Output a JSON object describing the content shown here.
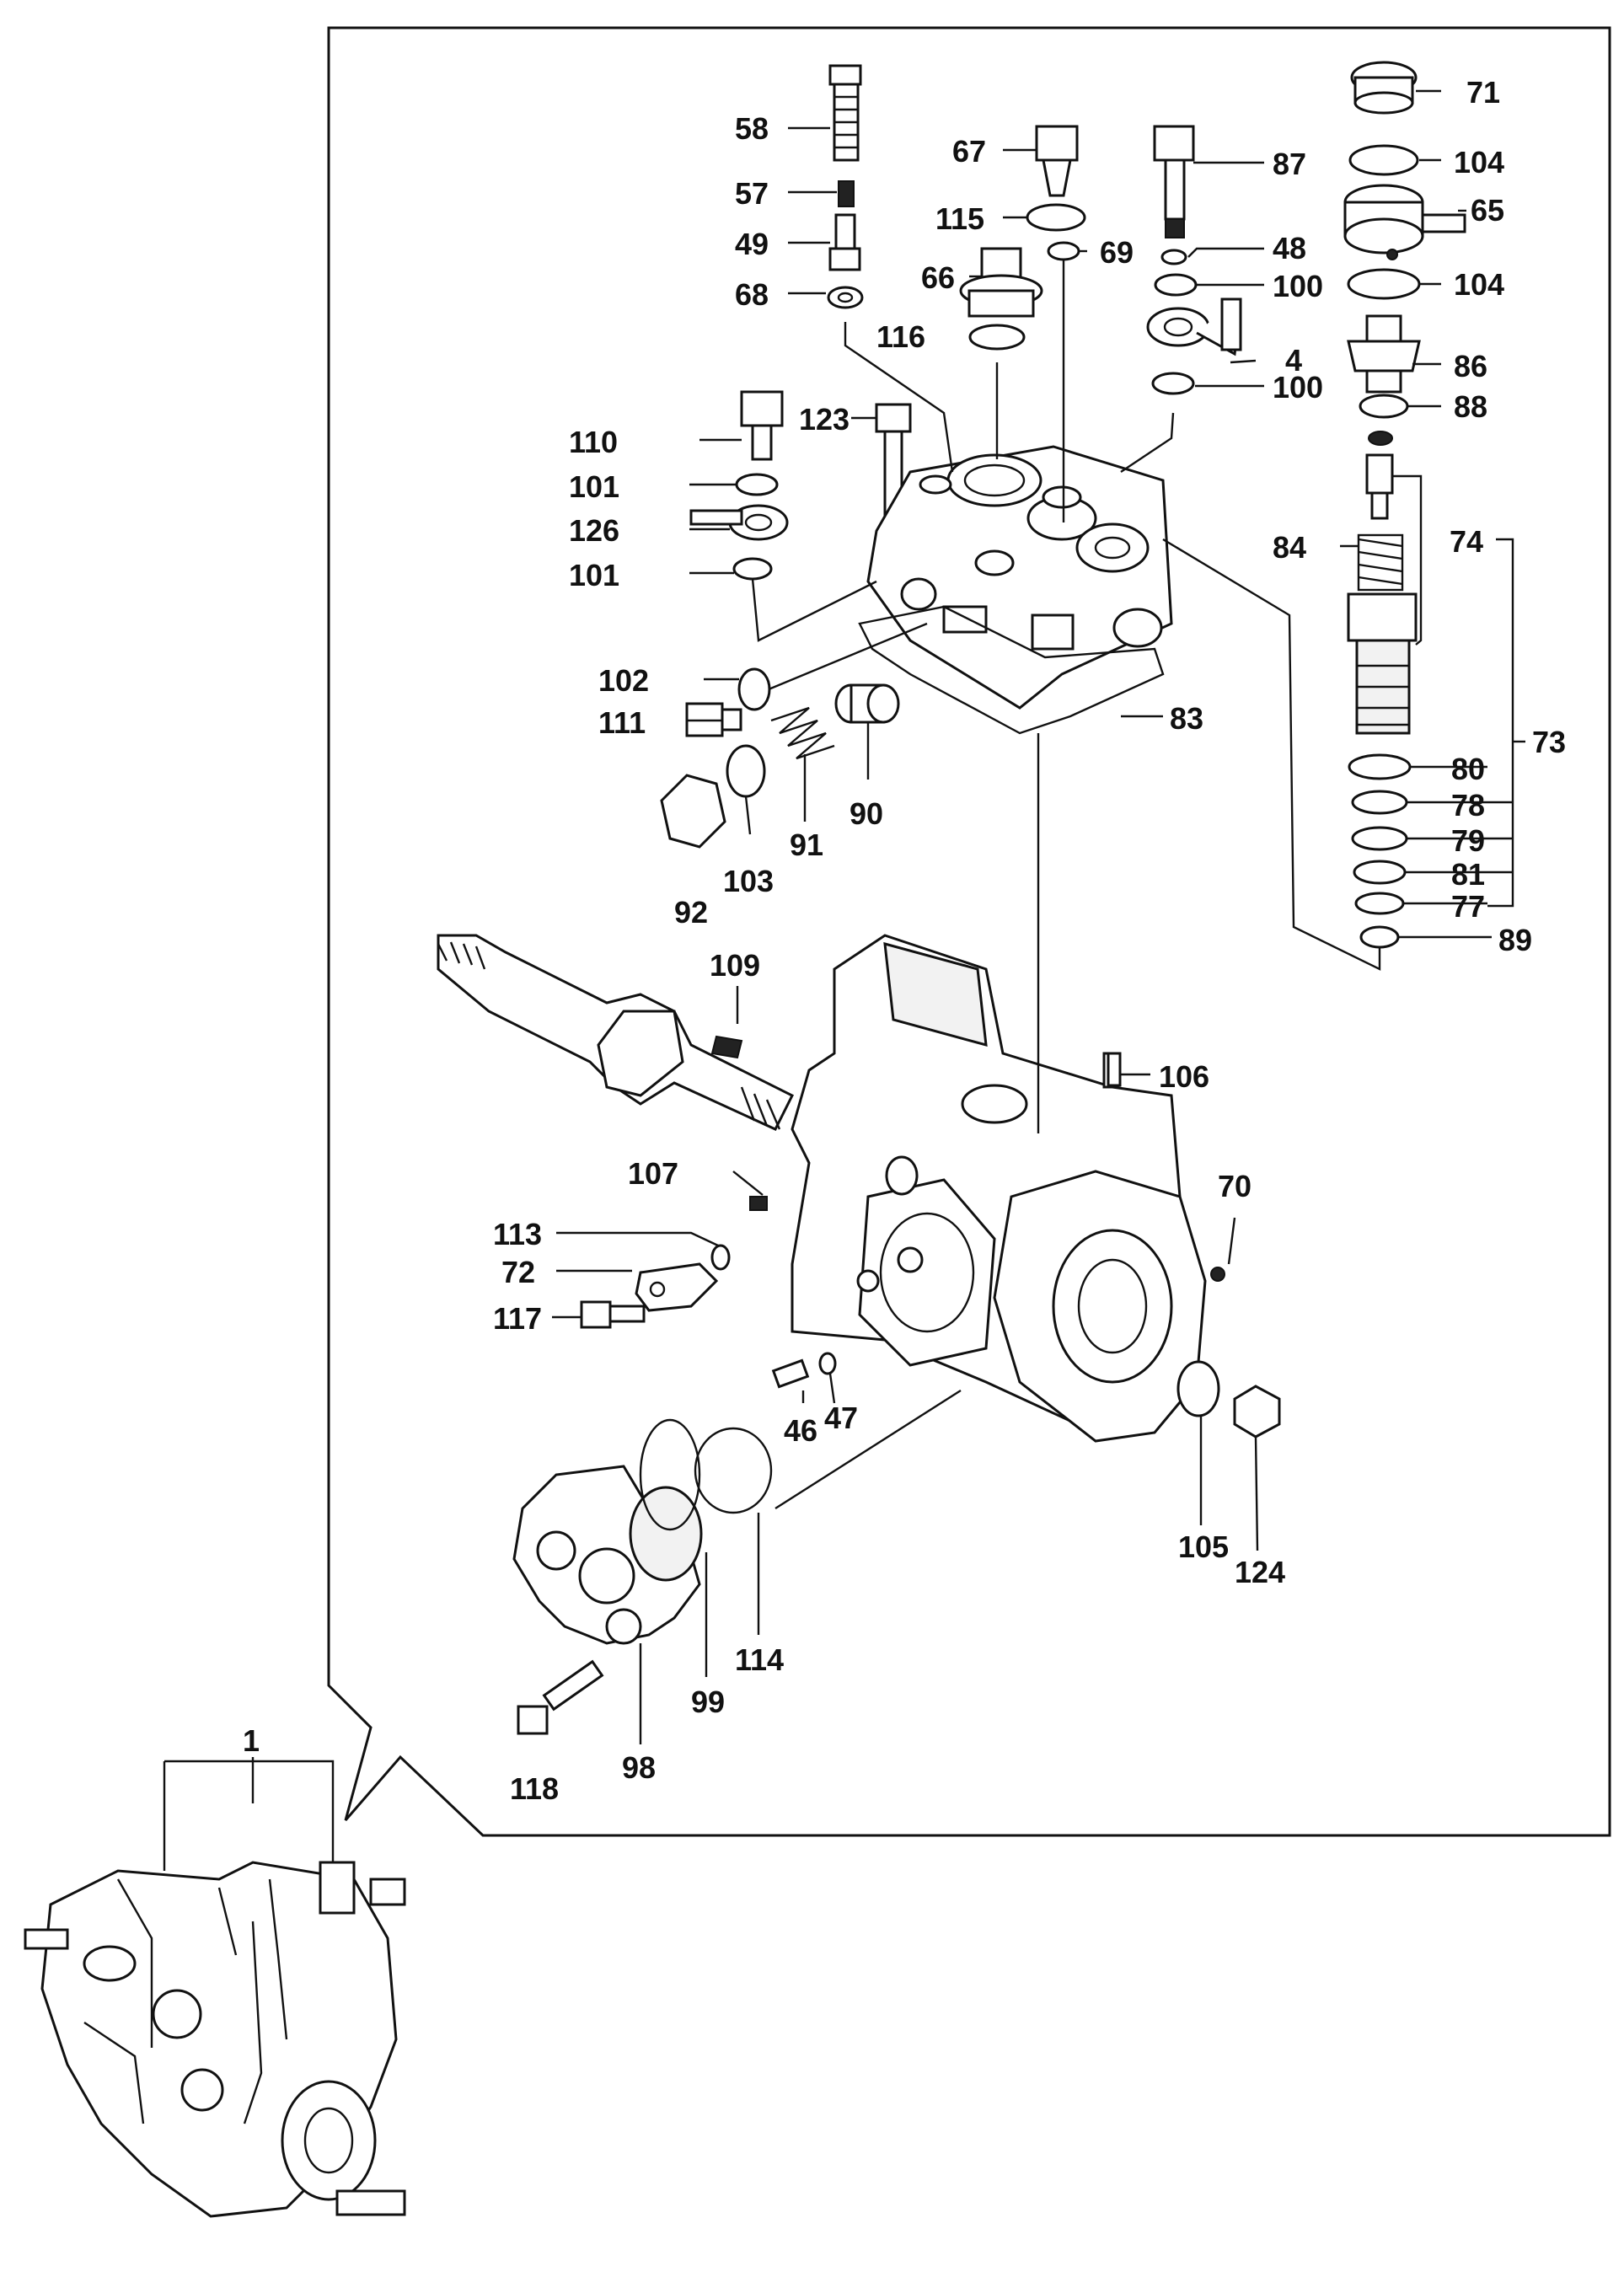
{
  "diagram": {
    "assembly_label": "1",
    "part_labels": {
      "p58": "58",
      "p57": "57",
      "p49": "49",
      "p68": "68",
      "p67": "67",
      "p115": "115",
      "p66": "66",
      "p69": "69",
      "p116": "116",
      "p87": "87",
      "p48": "48",
      "p100a": "100",
      "p4": "4",
      "p100b": "100",
      "p71": "71",
      "p104a": "104",
      "p65": "65",
      "p104b": "104",
      "p86": "86",
      "p88": "88",
      "p74": "74",
      "p84": "84",
      "p73": "73",
      "p80": "80",
      "p78": "78",
      "p79": "79",
      "p81": "81",
      "p77": "77",
      "p89": "89",
      "p110": "110",
      "p101a": "101",
      "p126": "126",
      "p101b": "101",
      "p123": "123",
      "p102": "102",
      "p111": "111",
      "p83": "83",
      "p92": "92",
      "p103": "103",
      "p91": "91",
      "p90": "90",
      "p109": "109",
      "p106": "106",
      "p107": "107",
      "p70": "70",
      "p113": "113",
      "p72": "72",
      "p117": "117",
      "p46": "46",
      "p47": "47",
      "p105": "105",
      "p124": "124",
      "p118": "118",
      "p98": "98",
      "p99": "99",
      "p114": "114"
    }
  }
}
